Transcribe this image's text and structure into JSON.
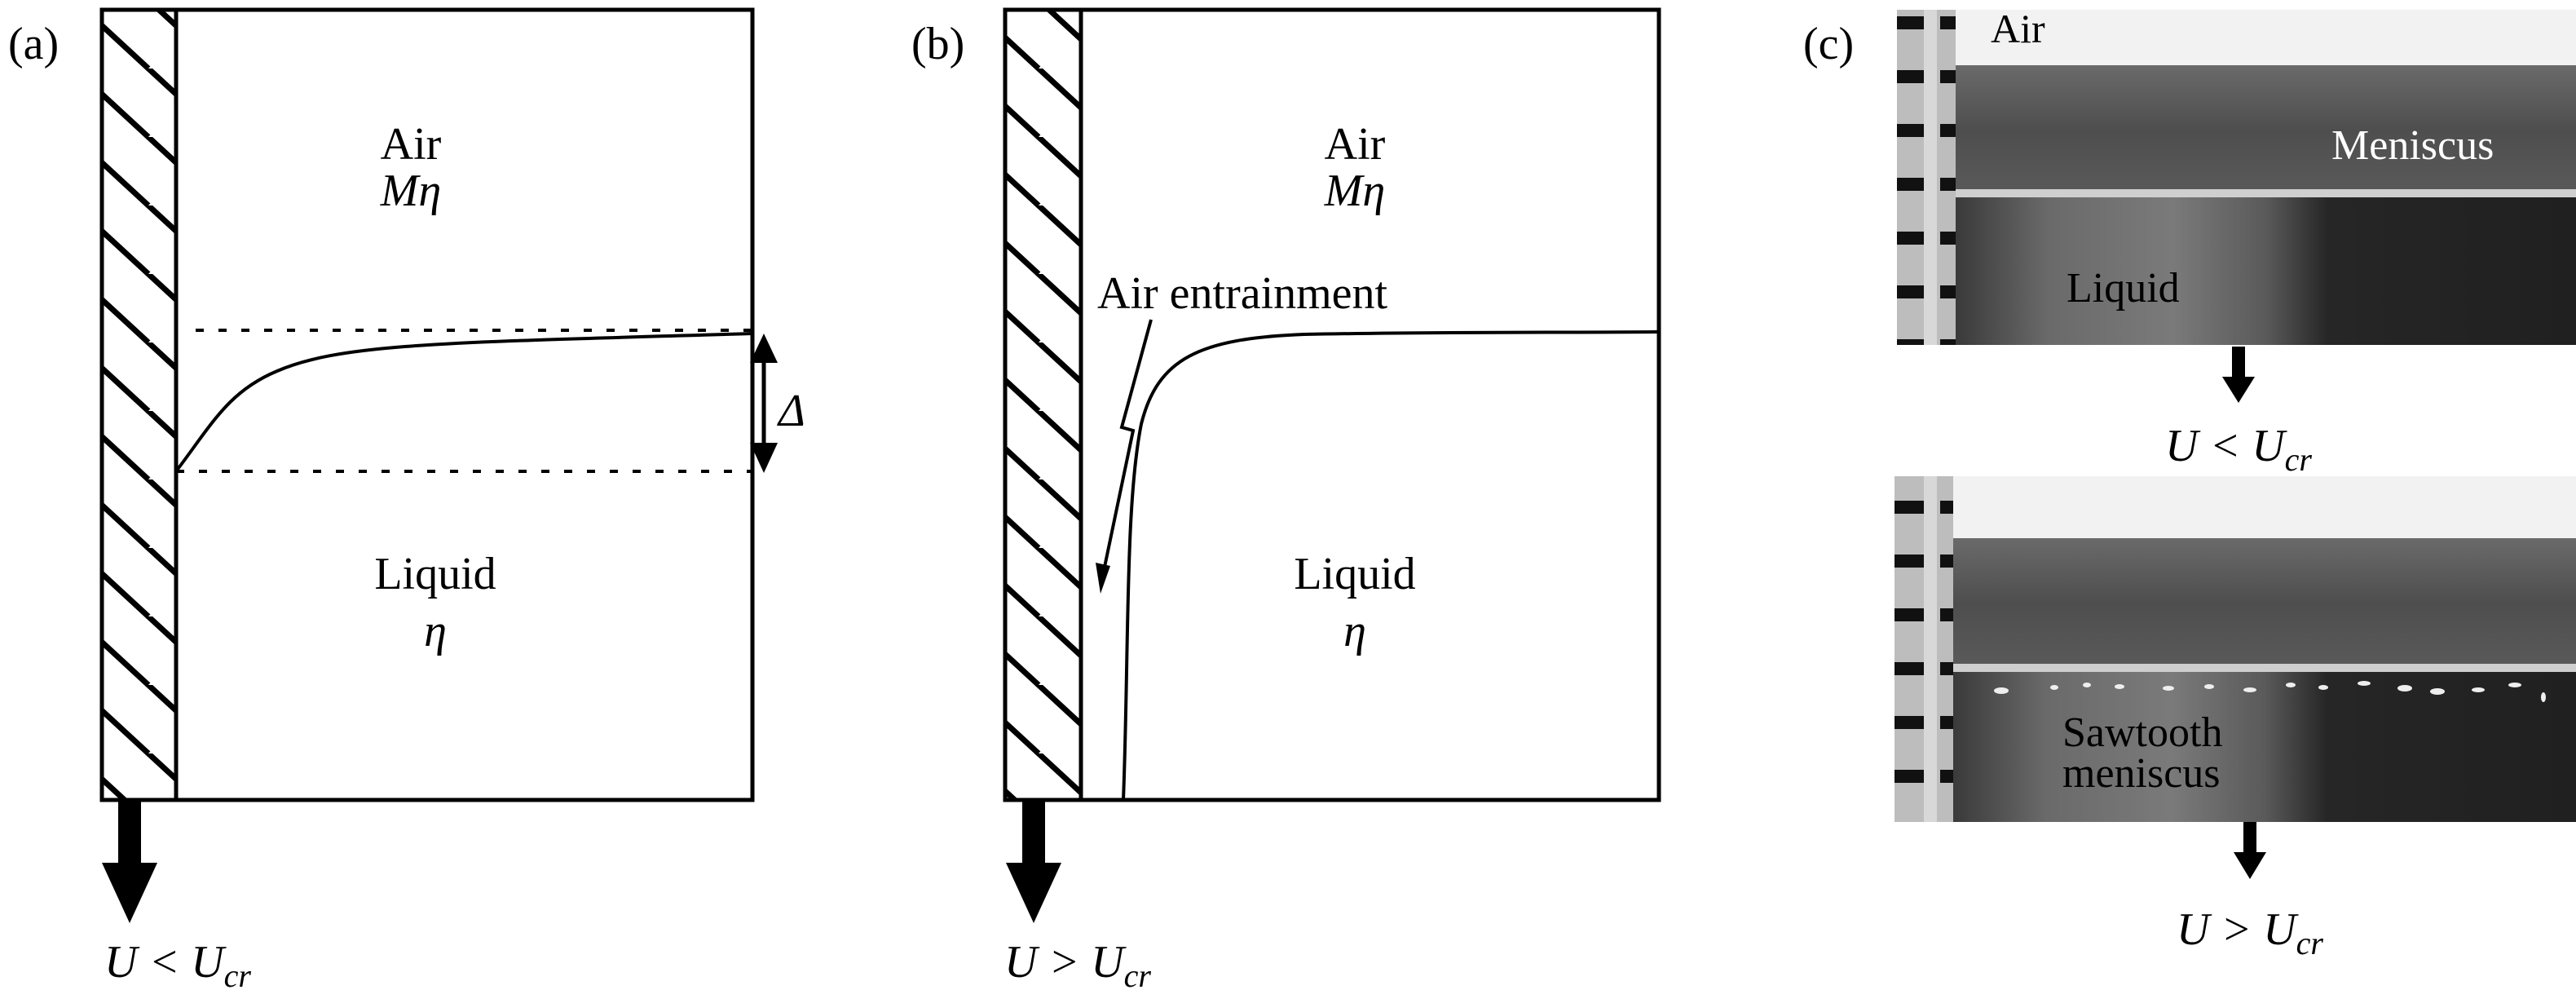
{
  "panel_a": {
    "label": "(a)",
    "air": "Air",
    "air_viscosity": "Mη",
    "liquid": "Liquid",
    "liquid_viscosity": "η",
    "delta": "Δ",
    "velocity_main": "U < U",
    "velocity_sub": "cr"
  },
  "panel_b": {
    "label": "(b)",
    "air": "Air",
    "air_viscosity": "Mη",
    "entrainment": "Air entrainment",
    "liquid": "Liquid",
    "liquid_viscosity": "η",
    "velocity_main": "U > U",
    "velocity_sub": "cr"
  },
  "panel_c": {
    "label": "(c)",
    "air": "Air",
    "top_photo": {
      "meniscus": "Meniscus",
      "liquid": "Liquid",
      "velocity_main": "U < U",
      "velocity_sub": "cr"
    },
    "bottom_photo": {
      "meniscus_line1": "Sawtooth",
      "meniscus_line2": "meniscus",
      "velocity_main": "U > U",
      "velocity_sub": "cr"
    }
  }
}
